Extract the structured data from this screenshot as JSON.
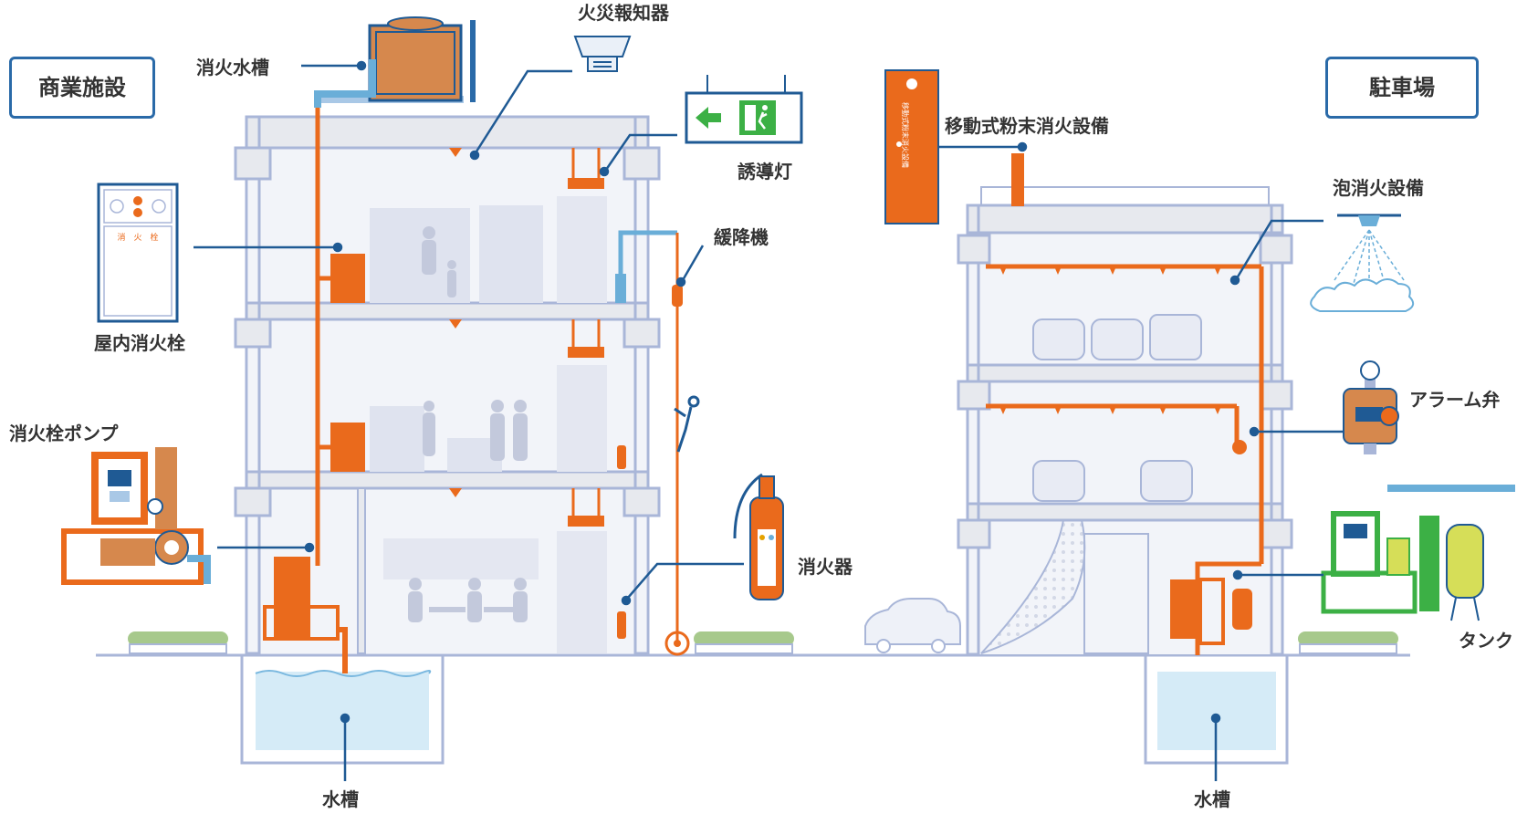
{
  "colors": {
    "orange": "#ea6a1c",
    "outline": "#a9b6d8",
    "leader": "#1f5a94",
    "water": "#d5ebf7",
    "building_fill": "#eef1f8",
    "slab": "#e7e9ee",
    "tank_copper": "#d6884d",
    "blue_pipe": "#6aaed8",
    "green_sign": "#3cb045",
    "yellow_tank": "#d6de58"
  },
  "sections": {
    "commercial": "商業施設",
    "parking": "駐車場"
  },
  "labels": {
    "fire_water_tank": "消火水槽",
    "fire_alarm": "火災報知器",
    "guide_light": "誘導灯",
    "indoor_hydrant": "屋内消火栓",
    "descent_device": "緩降機",
    "hydrant_pump": "消火栓ポンプ",
    "extinguisher": "消火器",
    "water_tank_left": "水槽",
    "water_tank_right": "水槽",
    "portable_powder": "移動式粉末消火設備",
    "foam_system": "泡消火設備",
    "alarm_valve": "アラーム弁",
    "tank": "タンク"
  },
  "panel_text": {
    "hydrant_cabinet": "消　火　栓",
    "powder_cabinet": "移動式粉末消火設備"
  },
  "icons": [
    "exit-sign-icon",
    "running-man-icon",
    "sprinkler-head-icon",
    "fire-extinguisher-icon",
    "car-icon",
    "person-icon",
    "pressure-gauge-icon",
    "control-panel-icon"
  ]
}
